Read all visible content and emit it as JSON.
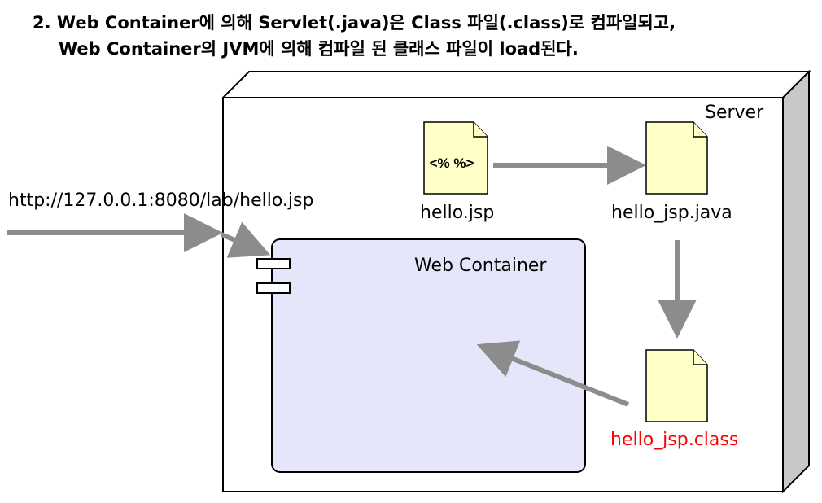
{
  "caption": {
    "line1": "2. Web Container에 의해 Servlet(.java)은 Class 파일(.class)로 컴파일되고,",
    "line2": "Web Container의 JVM에 의해 컴파일 된 클래스 파일이 load된다."
  },
  "server": {
    "label": "Server"
  },
  "url": {
    "text": "http://127.0.0.1:8080/lab/hello.jsp"
  },
  "web_container": {
    "label": "Web Container",
    "fill": "#e6e6fa"
  },
  "files": {
    "jsp": {
      "label": "hello.jsp",
      "glyph": "<% %>"
    },
    "java": {
      "label": "hello_jsp.java"
    },
    "class": {
      "label": "hello_jsp.class",
      "color": "#ff0000"
    }
  },
  "colors": {
    "arrow": "#8c8c8c",
    "file_fill": "#ffffc8",
    "server_side": "#c8c8c8"
  }
}
